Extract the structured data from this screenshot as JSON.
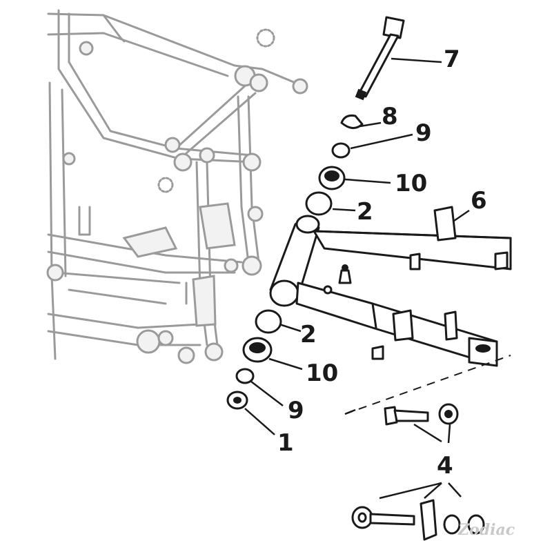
{
  "callouts": {
    "c1": "1",
    "c2a": "2",
    "c2b": "2",
    "c4": "4",
    "c6": "6",
    "c7": "7",
    "c8": "8",
    "c9a": "9",
    "c9b": "9",
    "c10a": "10",
    "c10b": "10"
  },
  "watermark": "Zodiac",
  "colors": {
    "ink": "#1a1a1a",
    "ghost_frame": "#9a9a9a",
    "background": "#ffffff"
  }
}
